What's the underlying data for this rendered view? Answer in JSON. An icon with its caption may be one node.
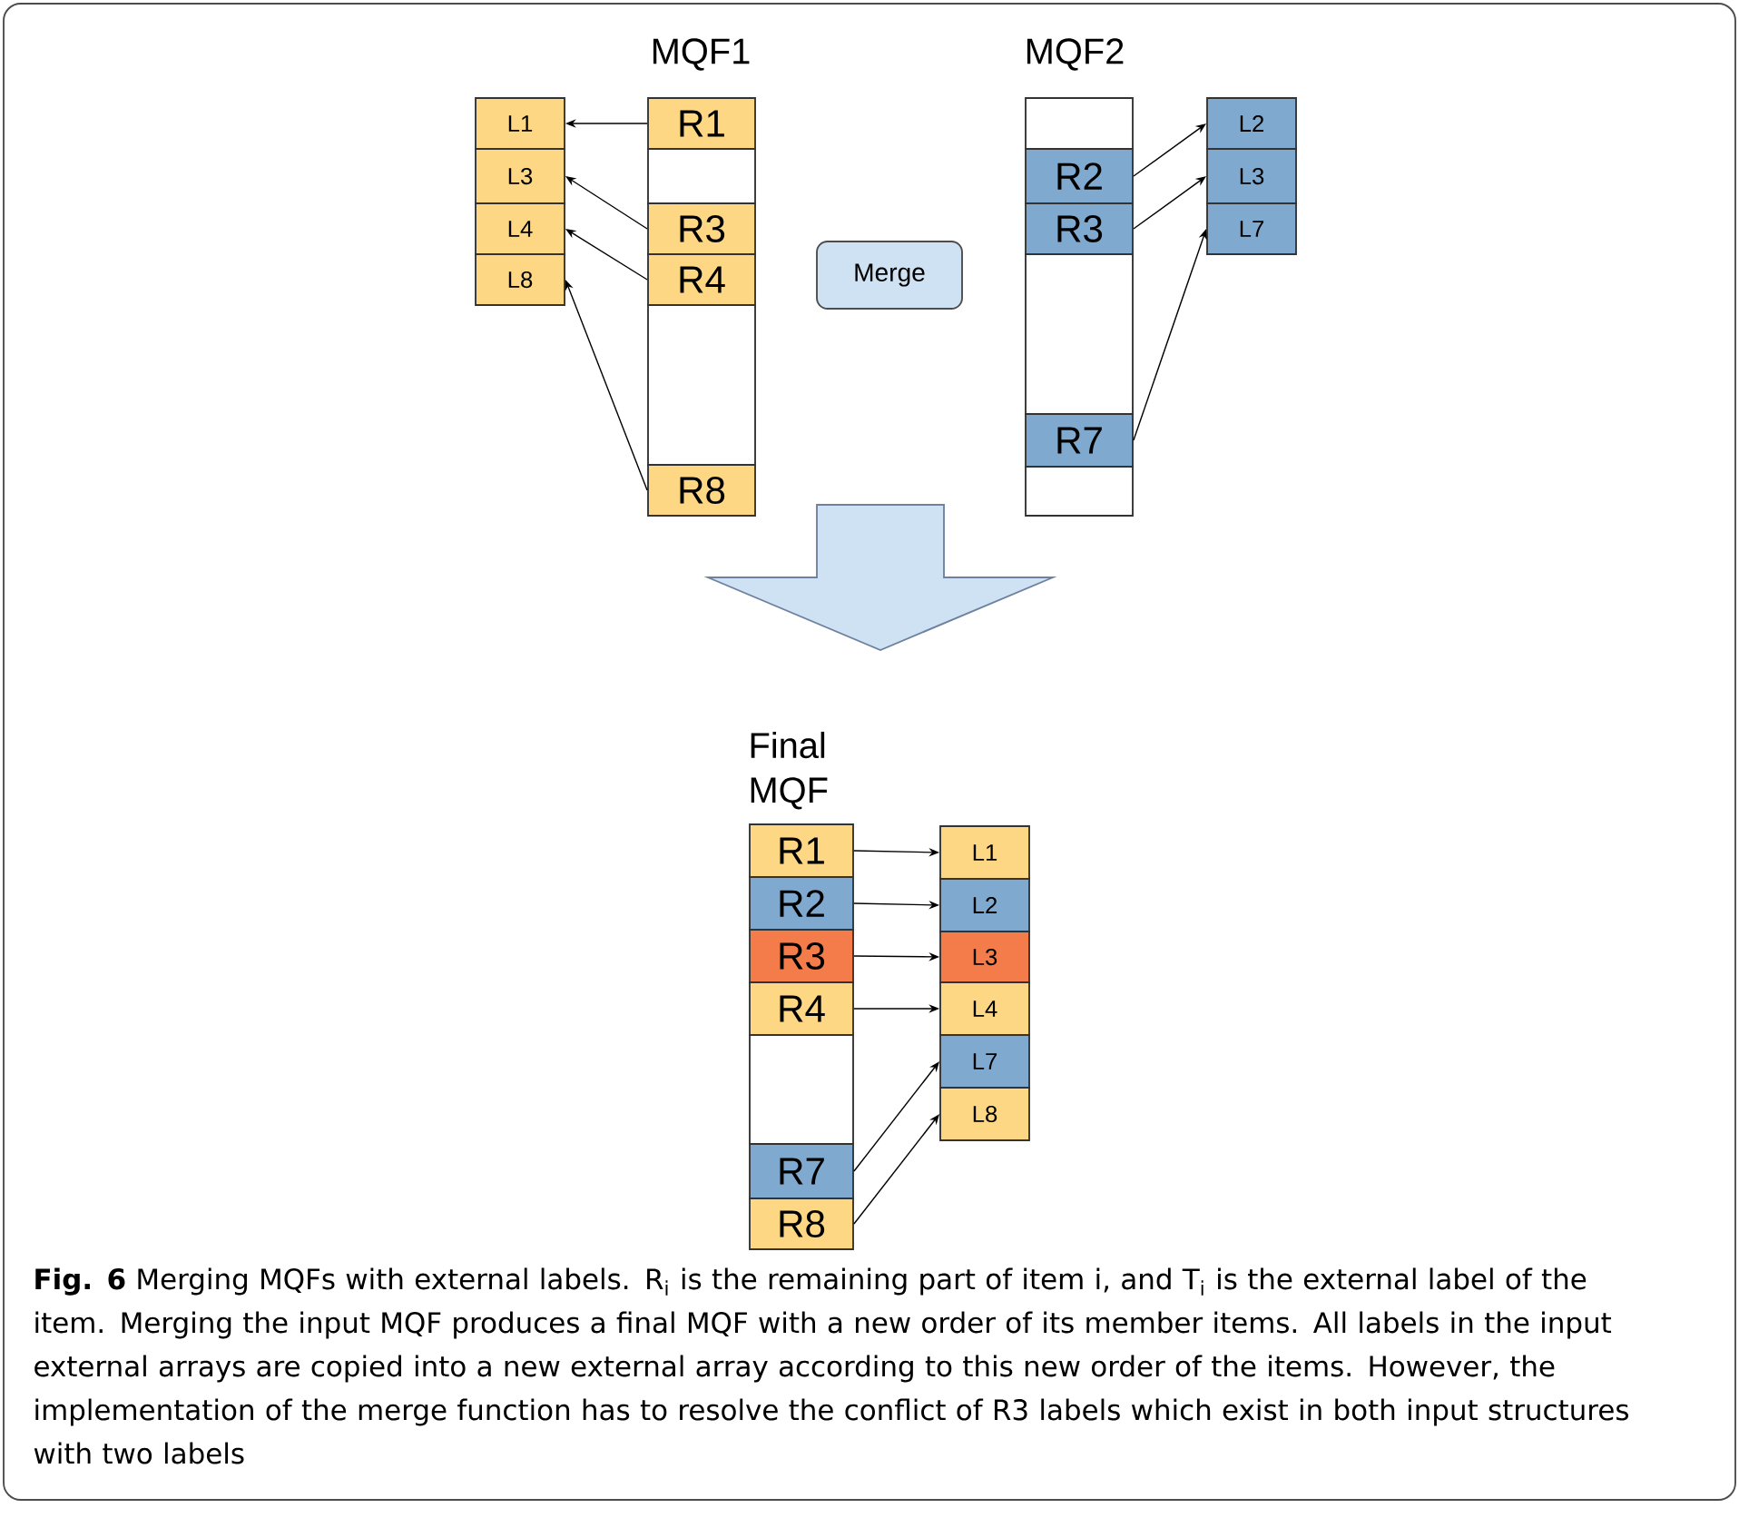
{
  "diagram": {
    "caption": "**Fig. 6** Merging MQFs with external labels. R$_{i}$ is the remaining part of item i, and T$_{i}$ is the external label of the item. Merging the input MQF produces a final MQF with a new order of its member items. All labels in the input external arrays are copied into a new external array according to this new order of the items. However, the implementation of the merge function has to resolve the conflict of R3 labels which exist in both input structures with two labels",
    "nodes": [
      {
        "text": [
          "L1"
        ]
      },
      {
        "text": [
          "L3"
        ]
      },
      {
        "text": [
          "L4"
        ]
      },
      {
        "text": [
          "L8"
        ]
      },
      {
        "text": [
          "R1"
        ]
      },
      {
        "text": [],
        "shape": "box"
      },
      {
        "text": [
          "R3"
        ]
      },
      {
        "text": [
          "R4"
        ]
      },
      {
        "text": [],
        "shape": "box"
      },
      {
        "text": [
          "R8"
        ]
      },
      {
        "text": [
          "Merge"
        ]
      },
      {
        "text": [],
        "shape": "box"
      },
      {
        "text": [
          "R2"
        ]
      },
      {
        "text": [
          "R3"
        ]
      },
      {
        "text": [],
        "shape": "box"
      },
      {
        "text": [
          "R7"
        ]
      },
      {
        "text": [],
        "shape": "box"
      },
      {
        "text": [
          "L2"
        ]
      },
      {
        "text": [
          "L3"
        ]
      },
      {
        "text": [
          "L7"
        ]
      },
      {
        "text": [
          "R1"
        ]
      },
      {
        "text": [
          "R2"
        ]
      },
      {
        "text": [
          "R3"
        ]
      },
      {
        "text": [
          "R4"
        ]
      },
      {
        "text": [],
        "shape": "box"
      },
      {
        "text": [
          "R7"
        ]
      },
      {
        "text": [
          "R8"
        ]
      },
      {
        "text": [
          "L1"
        ]
      },
      {
        "text": [
          "L2"
        ]
      },
      {
        "text": [
          "L3"
        ]
      },
      {
        "text": [
          "L4"
        ]
      },
      {
        "text": [
          "L7"
        ]
      },
      {
        "text": [
          "L8"
        ]
      }
    ],
    "edges": [
      {
        "from": 4,
        "to": 0,
        "arrow": "to"
      },
      {
        "from": 6,
        "to": 1,
        "arrow": "to"
      },
      {
        "from": 7,
        "to": 2,
        "arrow": "to"
      },
      {
        "from": 9,
        "to": 3,
        "arrow": "to"
      },
      {
        "from": 12,
        "to": 17,
        "arrow": "to"
      },
      {
        "from": 13,
        "to": 18,
        "arrow": "to"
      },
      {
        "from": 15,
        "to": 19,
        "arrow": "to"
      },
      {
        "from": 20,
        "to": 27,
        "arrow": "to"
      },
      {
        "from": 21,
        "to": 28,
        "arrow": "to"
      },
      {
        "from": 22,
        "to": 29,
        "arrow": "to"
      },
      {
        "from": 23,
        "to": 30,
        "arrow": "to"
      },
      {
        "from": 25,
        "to": 31,
        "arrow": "to"
      },
      {
        "from": 26,
        "to": 32,
        "arrow": "to"
      }
    ],
    "labels": [
      "MQF1",
      "MQF2",
      "Final MQF"
    ]
  }
}
